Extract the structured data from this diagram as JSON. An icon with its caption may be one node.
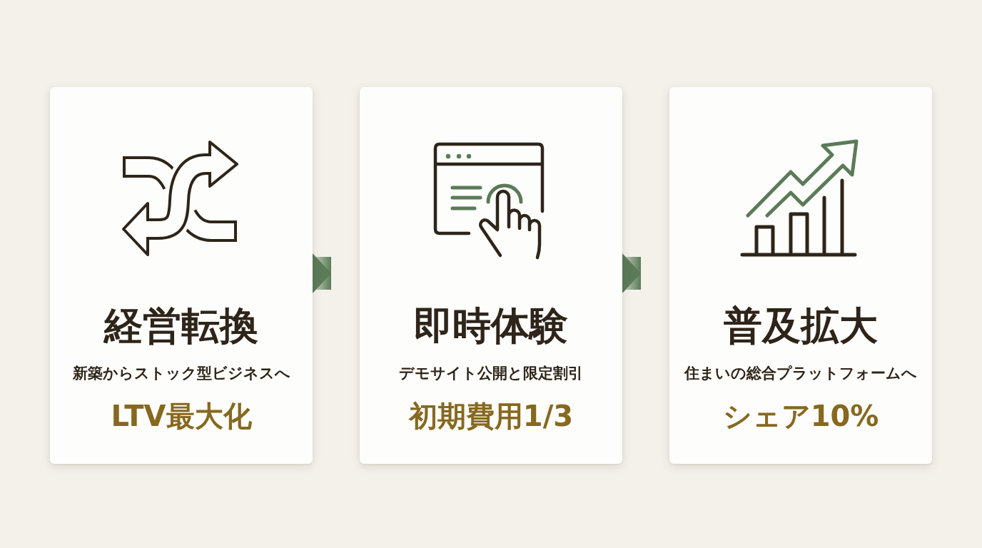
{
  "diagram": {
    "nodes": [
      {
        "text": [
          "経営転換",
          "新築からストック型ビジネスへ",
          "LTV最大化"
        ]
      },
      {
        "text": [
          "即時体験",
          "デモサイト公開と限定割引",
          "初期費用1/3"
        ]
      },
      {
        "text": [
          "普及拡大",
          "住まいの総合プラットフォームへ",
          "シェア10%"
        ]
      }
    ],
    "edges": [
      {
        "from": 0,
        "to": 1,
        "arrow": "to",
        "style": "thick"
      },
      {
        "from": 1,
        "to": 2,
        "arrow": "to",
        "style": "thick"
      }
    ]
  }
}
